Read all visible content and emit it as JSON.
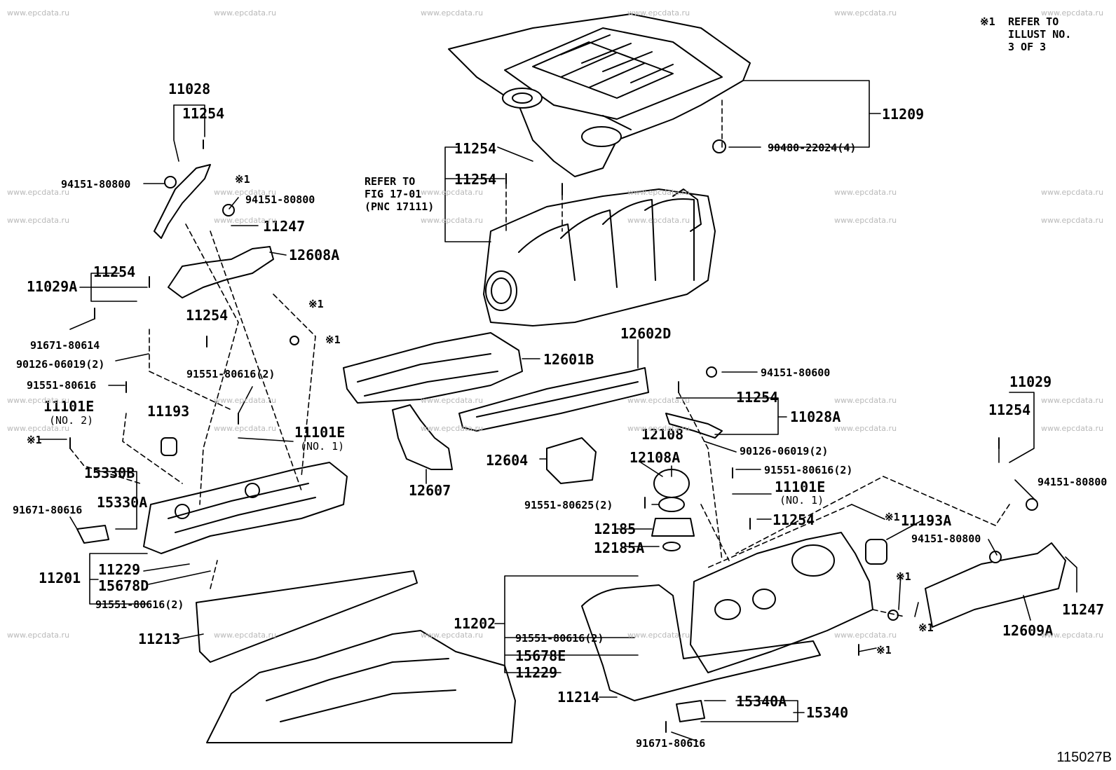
{
  "watermark": "www.epcdata.ru",
  "diagram_code": "115027B",
  "note": {
    "marker": "※1",
    "text_lines": [
      "REFER TO",
      "ILLUST NO.",
      "3 OF 3"
    ]
  },
  "refer_fig": {
    "lines": [
      "REFER TO",
      "FIG 17-01",
      "(PNC 17111)"
    ]
  },
  "parts": {
    "p11028": "11028",
    "p11254_a": "11254",
    "p94151_80800_a": "94151-80800",
    "mark1_a": "※1",
    "p94151_80800_b": "94151-80800",
    "p11247_a": "11247",
    "p12608A": "12608A",
    "p11029A": "11029A",
    "p11254_b": "11254",
    "p91671_80614": "91671-80614",
    "p90126_06019_2_a": "90126-06019(2)",
    "mark1_b": "※1",
    "mark1_c": "※1",
    "p11254_c": "11254",
    "p91551_80616_2_a": "91551-80616(2)",
    "p91551_80616_a": "91551-80616",
    "p11101E_a": "11101E",
    "no2": "(NO. 2)",
    "p11193": "11193",
    "p11101E_b": "11101E",
    "no1_a": "(NO. 1)",
    "mark1_d": "※1",
    "p15330B": "15330B",
    "p15330A": "15330A",
    "p91671_80616_a": "91671-80616",
    "p11201": "11201",
    "p11229_a": "11229",
    "p15678D": "15678D",
    "p91551_80616_2_b": "91551-80616(2)",
    "p11213": "11213",
    "p11254_d": "11254",
    "p11254_e": "11254",
    "p11209": "11209",
    "p90480_22024_4": "90480-22024(4)",
    "p12601B": "12601B",
    "p12602D": "12602D",
    "p12604": "12604",
    "p12607": "12607",
    "p94151_80600": "94151-80600",
    "p11254_f": "11254",
    "p11028A": "11028A",
    "p12108": "12108",
    "p12108A": "12108A",
    "p90126_06019_2_b": "90126-06019(2)",
    "p91551_80616_2_c": "91551-80616(2)",
    "p11101E_c": "11101E",
    "no1_b": "(NO. 1)",
    "p91551_80625_2": "91551-80625(2)",
    "p12185": "12185",
    "p12185A": "12185A",
    "p11254_g": "11254",
    "mark1_e": "※1",
    "p11193A": "11193A",
    "p11029": "11029",
    "p11254_h": "11254",
    "p94151_80800_c": "94151-80800",
    "p94151_80800_d": "94151-80800",
    "mark1_f": "※1",
    "mark1_g": "※1",
    "p11247_b": "11247",
    "p12609A": "12609A",
    "mark1_h": "※1",
    "p11202": "11202",
    "p91551_80616_2_d": "91551-80616(2)",
    "p15678E": "15678E",
    "p11229_b": "11229",
    "p11214": "11214",
    "p15340A": "15340A",
    "p15340": "15340",
    "p91671_80616_b": "91671-80616"
  }
}
